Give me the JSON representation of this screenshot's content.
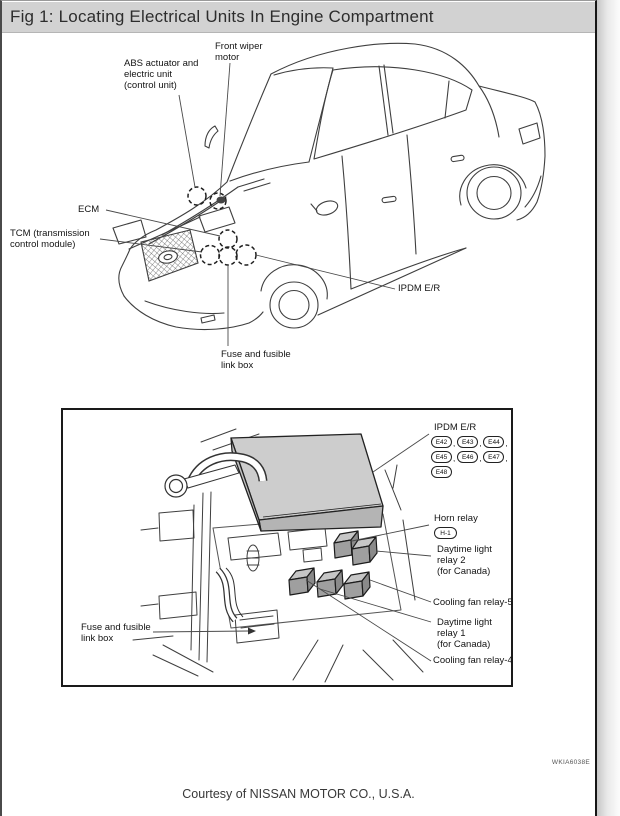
{
  "title_bar": {
    "title": "Fig 1: Locating Electrical Units In Engine Compartment"
  },
  "car_diagram": {
    "labels": {
      "front_wiper_motor": "Front wiper\nmotor",
      "abs_actuator": "ABS actuator and\nelectric unit\n(control unit)",
      "ecm": "ECM",
      "tcm": "TCM (transmission\ncontrol module)",
      "ipdm_er": "IPDM E/R",
      "fuse_link_box": "Fuse and fusible\nlink box"
    }
  },
  "engine_diagram": {
    "ipdm_er_label": "IPDM E/R",
    "connectors": [
      "E42",
      "E43",
      "E44",
      "E45",
      "E46",
      "E47",
      "E48"
    ],
    "connector_separator": ",",
    "horn_relay_label": "Horn relay",
    "horn_relay_connector": "H-1",
    "daytime_relay_2": "Daytime light\nrelay 2\n(for Canada)",
    "cooling_fan_relay_5": "Cooling fan relay-5",
    "daytime_relay_1": "Daytime light\nrelay 1\n(for Canada)",
    "cooling_fan_relay_4": "Cooling fan relay-4",
    "fuse_link_box": "Fuse and fusible\nlink box"
  },
  "footer": {
    "watermark": "WKIA6038E",
    "courtesy": "Courtesy of NISSAN MOTOR CO., U.S.A."
  },
  "colors": {
    "title_bar_bg": "#d2d2d2",
    "line_art": "#3f3f3f",
    "cover_gray": "#c9c9c9",
    "relay_gray": "#9f9f9f"
  }
}
